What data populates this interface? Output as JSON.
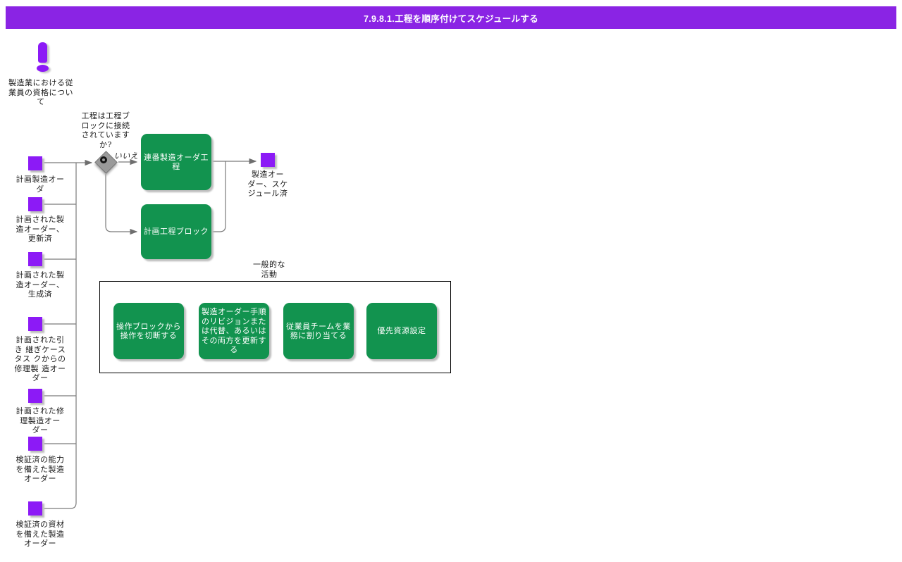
{
  "title": "7.9.8.1.工程を順序付けてスケジュールする",
  "colors": {
    "title_bar": "#8a24e4",
    "event_purple": "#8c1af6",
    "task_green": "#12934f",
    "gateway_gray": "#9a9a9a",
    "connector_gray": "#787878"
  },
  "annotation": {
    "label": "製造業における従\n業員の資格につい\nて"
  },
  "inputs": [
    {
      "label": "計画製造オー\nダ"
    },
    {
      "label": "計画された製\n造オーダー、\n更新済"
    },
    {
      "label": "計画された製\n造オーダー、\n生成済"
    },
    {
      "label": "計画された引\nき 継ぎケース\nタス クからの\n修理製 造オー\nダー"
    },
    {
      "label": "計画された修\n理製造オー\nダー"
    },
    {
      "label": "検証済の能力\nを備えた製造\nオーダー"
    },
    {
      "label": "検証済の資材\nを備えた製造\nオーダー"
    }
  ],
  "decision": {
    "question": "工程は工程ブ\nロックに接続\nされています\nか?",
    "no_label": "いいえ"
  },
  "tasks": [
    {
      "label": "連番製造オーダ工\n程"
    },
    {
      "label": "計画工程ブロック"
    }
  ],
  "output": {
    "label": "製造オー\nダー、スケ\nジュール済"
  },
  "general_activities": {
    "title": "一般的な\n活動",
    "items": [
      {
        "label": "操作ブロックから\n操作を切断する"
      },
      {
        "label": "製造オーダー手順\nのリビジョンまた\nは代替、あるいは\nその両方を更新す\nる"
      },
      {
        "label": "従業員チームを業\n務に割り当てる"
      },
      {
        "label": "優先資源設定"
      }
    ]
  }
}
